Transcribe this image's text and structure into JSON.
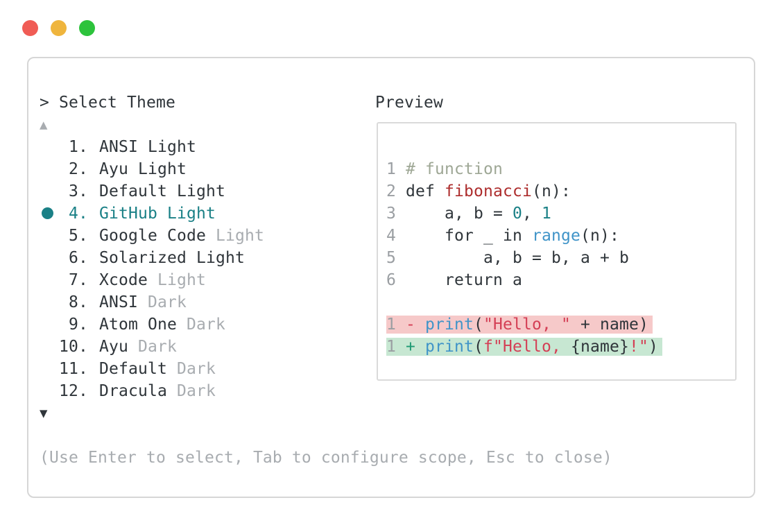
{
  "window": {
    "traffic_lights": [
      {
        "name": "close",
        "color": "#f05c55"
      },
      {
        "name": "minimize",
        "color": "#efb53d"
      },
      {
        "name": "zoom",
        "color": "#2dc33c"
      }
    ]
  },
  "theme_selector": {
    "prompt_symbol": ">",
    "title": "Select Theme",
    "scroll_up_icon": "▲",
    "scroll_down_icon": "▼",
    "items": [
      {
        "number": "1.",
        "name": "ANSI",
        "variant": "Light",
        "variant_muted": false,
        "selected": false
      },
      {
        "number": "2.",
        "name": "Ayu",
        "variant": "Light",
        "variant_muted": false,
        "selected": false
      },
      {
        "number": "3.",
        "name": "Default",
        "variant": "Light",
        "variant_muted": false,
        "selected": false
      },
      {
        "number": "4.",
        "name": "GitHub",
        "variant": "Light",
        "variant_muted": false,
        "selected": true
      },
      {
        "number": "5.",
        "name": "Google Code",
        "variant": "Light",
        "variant_muted": true,
        "selected": false
      },
      {
        "number": "6.",
        "name": "Solarized",
        "variant": "Light",
        "variant_muted": false,
        "selected": false
      },
      {
        "number": "7.",
        "name": "Xcode",
        "variant": "Light",
        "variant_muted": true,
        "selected": false
      },
      {
        "number": "8.",
        "name": "ANSI",
        "variant": "Dark",
        "variant_muted": true,
        "selected": false
      },
      {
        "number": "9.",
        "name": "Atom One",
        "variant": "Dark",
        "variant_muted": true,
        "selected": false
      },
      {
        "number": "10.",
        "name": "Ayu",
        "variant": "Dark",
        "variant_muted": true,
        "selected": false
      },
      {
        "number": "11.",
        "name": "Default",
        "variant": "Dark",
        "variant_muted": true,
        "selected": false
      },
      {
        "number": "12.",
        "name": "Dracula",
        "variant": "Dark",
        "variant_muted": true,
        "selected": false
      }
    ],
    "help_text": "(Use Enter to select, Tab to configure scope, Esc to close)"
  },
  "preview": {
    "label": "Preview",
    "lines": [
      {
        "num": "1",
        "tokens": [
          {
            "t": "# function",
            "c": "comment"
          }
        ]
      },
      {
        "num": "2",
        "tokens": [
          {
            "t": "def ",
            "c": "plain"
          },
          {
            "t": "fibonacci",
            "c": "func"
          },
          {
            "t": "(n):",
            "c": "plain"
          }
        ]
      },
      {
        "num": "3",
        "tokens": [
          {
            "t": "    a, b = ",
            "c": "plain"
          },
          {
            "t": "0",
            "c": "teal"
          },
          {
            "t": ", ",
            "c": "plain"
          },
          {
            "t": "1",
            "c": "teal"
          }
        ]
      },
      {
        "num": "4",
        "tokens": [
          {
            "t": "    for _ in ",
            "c": "plain"
          },
          {
            "t": "range",
            "c": "blue"
          },
          {
            "t": "(n):",
            "c": "plain"
          }
        ]
      },
      {
        "num": "5",
        "tokens": [
          {
            "t": "        a, b = b, a + b",
            "c": "plain"
          }
        ]
      },
      {
        "num": "6",
        "tokens": [
          {
            "t": "    return a",
            "c": "plain"
          }
        ]
      },
      {
        "num": "",
        "tokens": []
      },
      {
        "num": "1",
        "diff": "removed",
        "tokens": [
          {
            "t": "- ",
            "c": "minus"
          },
          {
            "t": "print",
            "c": "blue"
          },
          {
            "t": "(",
            "c": "plain"
          },
          {
            "t": "\"Hello, \"",
            "c": "str"
          },
          {
            "t": " + name)",
            "c": "plain"
          }
        ]
      },
      {
        "num": "1",
        "diff": "added",
        "tokens": [
          {
            "t": "+ ",
            "c": "plus"
          },
          {
            "t": "print",
            "c": "blue"
          },
          {
            "t": "(",
            "c": "plain"
          },
          {
            "t": "f\"Hello, ",
            "c": "str"
          },
          {
            "t": "{name}",
            "c": "plain"
          },
          {
            "t": "!\"",
            "c": "str"
          },
          {
            "t": ")",
            "c": "plain"
          }
        ]
      }
    ]
  },
  "colors": {
    "accent_teal": "#1a8086",
    "text_dark": "#2f353a",
    "text_muted": "#a8acb0",
    "comment": "#9ea795",
    "function_red": "#ad2d2d",
    "blue": "#4094c8",
    "string_red": "#d43f55",
    "diff_plus_green": "#1f9a73",
    "diff_removed_bg": "#f6c9c9",
    "diff_added_bg": "#c7e7d2"
  }
}
